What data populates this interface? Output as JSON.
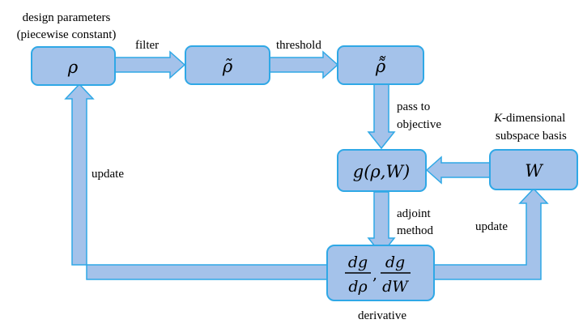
{
  "labels": {
    "design_parameters_line1": "design parameters",
    "design_parameters_line2": "(piecewise constant)",
    "filter": "filter",
    "threshold": "threshold",
    "pass_to_line1": "pass to",
    "pass_to_line2": "objective",
    "subspace_line1_var": "K",
    "subspace_line1_rest": "-dimensional",
    "subspace_line2": "subspace basis",
    "update_left": "update",
    "update_right": "update",
    "adjoint_line1": "adjoint",
    "adjoint_line2": "method",
    "derivative": "derivative"
  },
  "nodes": {
    "rho": "ρ",
    "rho_tilde": "ρ̃",
    "rho_tilde_tilde": "ρ̃̃",
    "objective": "g(ρ,W)",
    "basis": "W",
    "deriv_num1": "dg",
    "deriv_den1": "dρ",
    "deriv_sep": ",",
    "deriv_num2": "dg",
    "deriv_den2": "dW"
  },
  "colors": {
    "box_fill": "#a4c2ea",
    "box_stroke": "#2fa8e6"
  }
}
